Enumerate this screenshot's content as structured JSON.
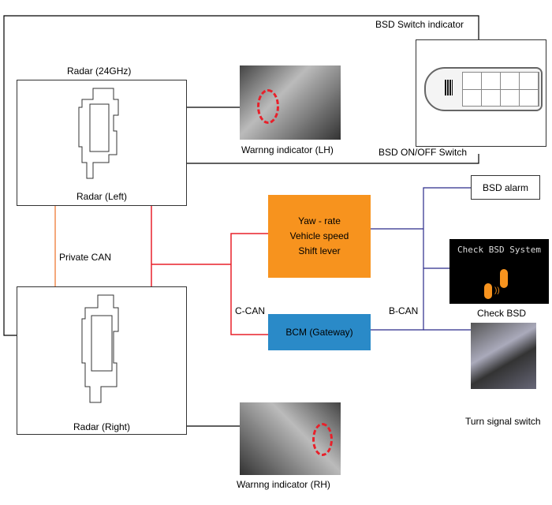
{
  "labels": {
    "bsd_switch_indicator": "BSD Switch indicator",
    "radar_24ghz": "Radar (24GHz)",
    "radar_left": "Radar (Left)",
    "radar_right": "Radar (Right)",
    "warning_lh": "Warnng indicator (LH)",
    "warning_rh": "Warnng indicator (RH)",
    "bsd_onoff_switch": "BSD ON/OFF Switch",
    "private_can": "Private CAN",
    "c_can": "C-CAN",
    "b_can": "B-CAN",
    "check_bsd": "Check BSD",
    "turn_signal_switch": "Turn signal switch"
  },
  "ecu_box": {
    "lines": [
      "Yaw - rate",
      "Vehicle speed",
      "Shift lever"
    ]
  },
  "bcm_box": {
    "label": "BCM (Gateway)"
  },
  "bsd_alarm": {
    "label": "BSD alarm"
  },
  "cluster_display": {
    "text": "Check BSD System"
  },
  "colors": {
    "private_can": "#f08a50",
    "c_can": "#e8202a",
    "b_can": "#2a2a8a",
    "ecu": "#f7931e",
    "bcm": "#2a8ac8",
    "hardwire": "#000000"
  }
}
